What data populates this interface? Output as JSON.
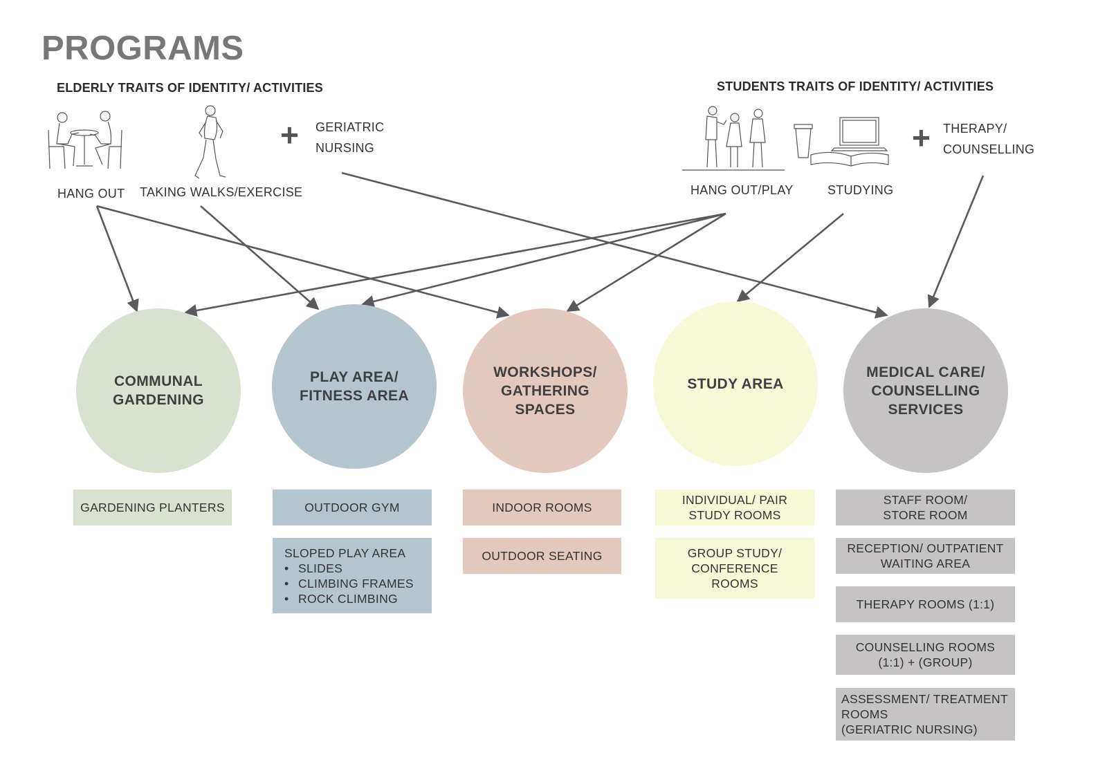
{
  "title": "PROGRAMS",
  "elderly": {
    "heading": "ELDERLY TRAITS OF IDENTITY/ ACTIVITIES",
    "activities": [
      "HANG OUT",
      "TAKING WALKS/EXERCISE"
    ],
    "plus": "+",
    "extra": [
      "GERIATRIC",
      "NURSING"
    ]
  },
  "students": {
    "heading": "STUDENTS TRAITS OF IDENTITY/ ACTIVITIES",
    "activities": [
      "HANG OUT/PLAY",
      "STUDYING"
    ],
    "plus": "+",
    "extra": [
      "THERAPY/",
      "COUNSELLING"
    ]
  },
  "colors": {
    "gardening": "#d9e1d0",
    "play": "#b5c5cd",
    "workshops": "#e3c8bd",
    "study": "#f7f8d6",
    "medical": "#c6c3c4",
    "arrow": "#5a5a5c"
  },
  "programs": [
    {
      "id": "gardening",
      "label": "COMMUNAL\nGARDENING",
      "spaces": [
        "GARDENING PLANTERS"
      ]
    },
    {
      "id": "play",
      "label": "PLAY AREA/\nFITNESS AREA",
      "spaces": [
        "OUTDOOR GYM"
      ],
      "sloped": {
        "heading": "SLOPED PLAY AREA",
        "items": [
          "SLIDES",
          "CLIMBING FRAMES",
          "ROCK CLIMBING"
        ]
      }
    },
    {
      "id": "workshops",
      "label": "WORKSHOPS/\nGATHERING\nSPACES",
      "spaces": [
        "INDOOR ROOMS",
        "OUTDOOR SEATING"
      ]
    },
    {
      "id": "study",
      "label": "STUDY AREA",
      "spaces": [
        "INDIVIDUAL/ PAIR\nSTUDY ROOMS",
        "GROUP STUDY/\nCONFERENCE\nROOMS"
      ]
    },
    {
      "id": "medical",
      "label": "MEDICAL CARE/\nCOUNSELLING\nSERVICES",
      "spaces": [
        "STAFF ROOM/\nSTORE ROOM",
        "RECEPTION/ OUTPATIENT\nWAITING AREA",
        "THERAPY ROOMS (1:1)",
        "COUNSELLING ROOMS\n(1:1) + (GROUP)",
        "ASSESSMENT/ TREATMENT\nROOMS\n(GERIATRIC NURSING)"
      ]
    }
  ]
}
